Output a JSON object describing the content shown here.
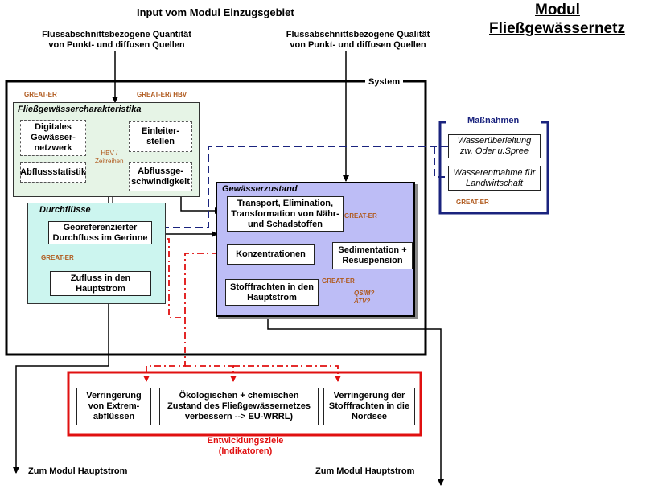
{
  "header": {
    "input_title": "Input vom Modul Einzugsgebiet",
    "module_title_line1": "Modul",
    "module_title_line2": "Fließgewässernetz",
    "input_left_line1": "Flussabschnittsbezogene Quantität",
    "input_left_line2": "von Punkt- und diffusen Quellen",
    "input_right_line1": "Flussabschnittsbezogene Qualität",
    "input_right_line2": "von Punkt- und diffusen Quellen"
  },
  "system": {
    "label": "System",
    "tag_great_er": "GREAT-ER",
    "tag_great_er_hbv": "GREAT-ER/  HBV"
  },
  "fliess": {
    "title": "Fließgewässercharakteristika",
    "digital_line1": "Digitales",
    "digital_line2": "Gewässer-",
    "digital_line3": "netzwerk",
    "einleiter_line1": "Einleiter-",
    "einleiter_line2": "stellen",
    "abfluss_statistik": "Abflussstatistik",
    "abfluss_geschw_line1": "Abflussge-",
    "abfluss_geschw_line2": "schwindigkeit",
    "hbv_tag_line1": "HBV /",
    "hbv_tag_line2": "Zeitreihen"
  },
  "durch": {
    "title": "Durchflüsse",
    "geo_line1": "Georeferenzierter",
    "geo_line2": "Durchfluss im Gerinne",
    "tag": "GREAT-ER",
    "zufluss_line1": "Zufluss in den",
    "zufluss_line2": "Hauptstrom"
  },
  "gewaesser": {
    "title": "Gewässerzustand",
    "transport_line1": "Transport, Elimination,",
    "transport_line2": "Transformation von Nähr-",
    "transport_line3": "und Schadstoffen",
    "tag1": "GREAT-ER",
    "konz": "Konzentrationen",
    "sed_line1": "Sedimentation +",
    "sed_line2": "Resuspension",
    "tag2": "GREAT-ER",
    "fracht_line1": "Stofffrachten in den",
    "fracht_line2": "Hauptstrom",
    "qsim_line1": "QSIM?",
    "qsim_line2": "ATV?"
  },
  "massnahmen": {
    "title": "Maßnahmen",
    "item1_line1": "Wasserüberleitung",
    "item1_line2": "zw.  Oder u.Spree",
    "item2_line1": "Wasserentnahme für",
    "item2_line2": "Landwirtschaft",
    "tag": "GREAT-ER"
  },
  "ziele": {
    "box1_line1": "Verringerung",
    "box1_line2": "von Extrem-",
    "box1_line3": "abflüssen",
    "box2_line1": "Ökologischen + chemischen",
    "box2_line2": "Zustand des Fließgewässernetzes",
    "box2_line3": "verbessern --> EU-WRRL)",
    "box3_line1": "Verringerung der",
    "box3_line2": "Stofffrachten in die",
    "box3_line3": "Nordsee",
    "label_line1": "Entwicklungsziele",
    "label_line2": "(Indikatoren)"
  },
  "footer": {
    "left": "Zum Modul Hauptstrom",
    "right": "Zum Modul Hauptstrom"
  },
  "colors": {
    "green_fill": "#e6f4e6",
    "cyan_fill": "#ccf5ef",
    "lavender_fill": "#bdbdf6",
    "navy": "#1a237e",
    "red": "#e01010",
    "tag_orange": "#b05a1e"
  }
}
